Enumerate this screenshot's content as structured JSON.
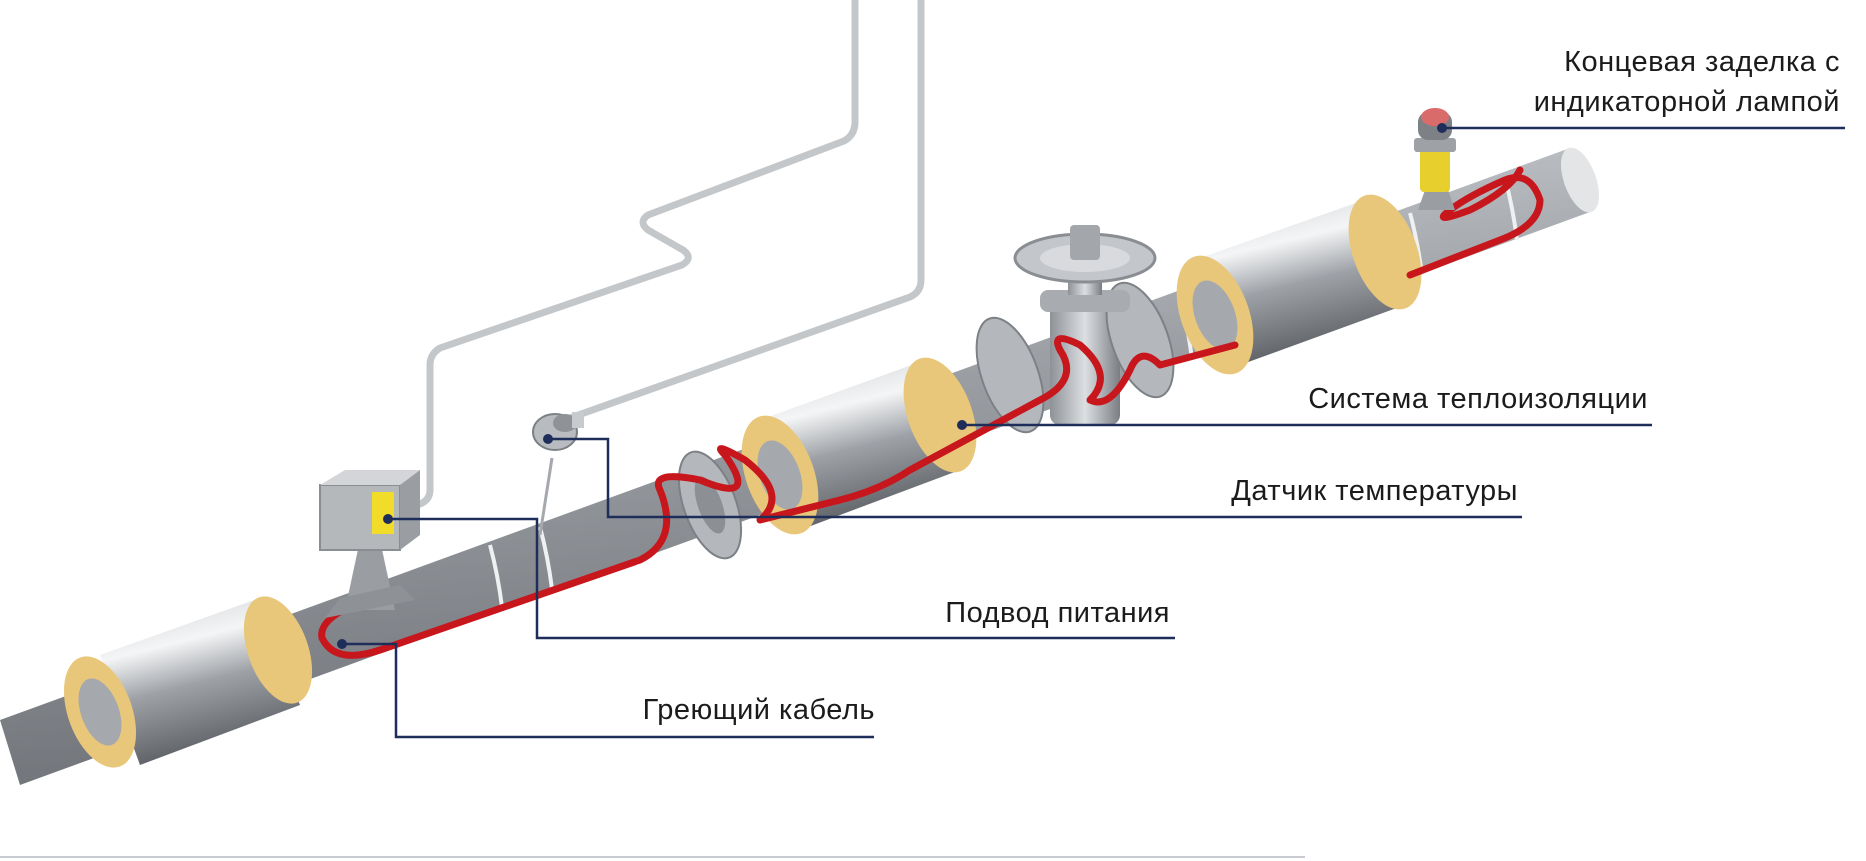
{
  "diagram": {
    "labels": {
      "end_seal_line1": "Концевая заделка с",
      "end_seal_line2": "индикаторной лампой",
      "insulation": "Система теплоизоляции",
      "temp_sensor": "Датчик температуры",
      "power_supply": "Подвод питания",
      "heating_cable": "Греющий кабель"
    },
    "colors": {
      "pipe": "#a9adb2",
      "insulation_jacket": "#b9bdc2",
      "insulation_core": "#e9c77a",
      "heating_cable": "#c8161d",
      "leader_lines": "#1f2d5a",
      "junction_box": "#b5b8bb",
      "junction_box_panel": "#f2dc2a",
      "lamp_body": "#e7cf2e",
      "lamp_cap": "#d96b6b",
      "bracket_lines": "#c4c7ca"
    },
    "icons": [
      "junction-box",
      "temperature-sensor",
      "gate-valve",
      "end-seal-lamp"
    ]
  }
}
